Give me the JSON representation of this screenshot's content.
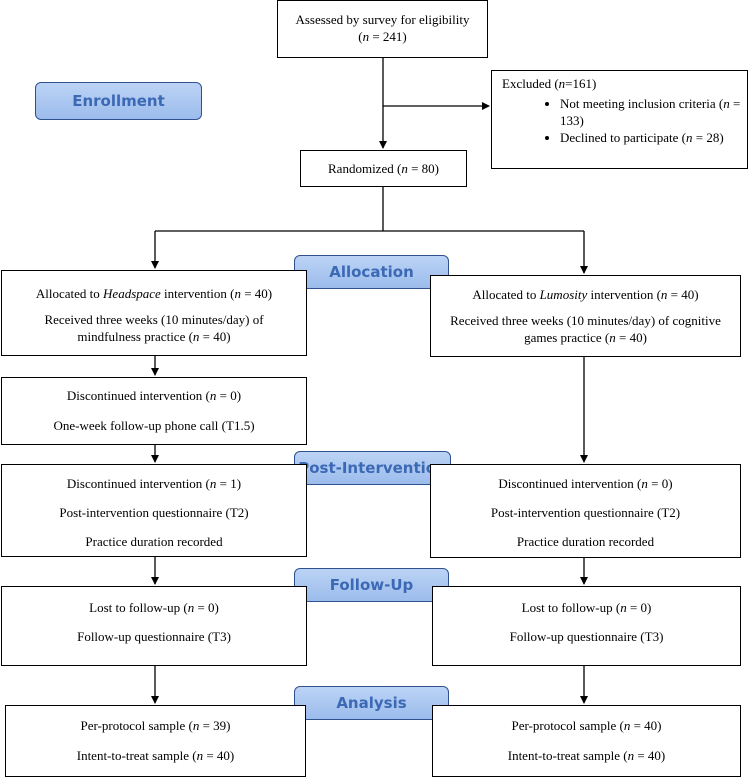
{
  "stages": {
    "enrollment": "Enrollment",
    "allocation": "Allocation",
    "post_intervention": "Post-Intervention",
    "follow_up": "Follow-Up",
    "analysis": "Analysis"
  },
  "assessed": {
    "line1": "Assessed by survey for eligibility",
    "n": "n",
    "value": " = 241)"
  },
  "excluded": {
    "title_pre": "Excluded (",
    "title_n": "n",
    "title_post": "=161)",
    "item1_pre": "Not meeting inclusion criteria (",
    "item1_n": "n",
    "item1_post": " = 133)",
    "item2_pre": "Declined to participate (",
    "item2_n": "n",
    "item2_post": " = 28)"
  },
  "randomized": {
    "pre": "Randomized (",
    "n": "n",
    "post": " = 80)"
  },
  "left": {
    "alloc_pre": "Allocated to ",
    "alloc_app": "Headspace",
    "alloc_mid": " intervention (",
    "alloc_n": "n",
    "alloc_post": " = 40)",
    "received_line1": "Received three weeks (10 minutes/day) of",
    "received_pre": "mindfulness practice (",
    "received_n": "n",
    "received_post": " = 40)",
    "disc1_pre": "Discontinued intervention (",
    "disc1_n": "n",
    "disc1_post": " = 0)",
    "phone": "One-week follow-up phone call (T1.5)",
    "disc2_pre": "Discontinued intervention (",
    "disc2_n": "n",
    "disc2_post": " = 1)",
    "post_q": "Post-intervention questionnaire (T2)",
    "duration": "Practice duration recorded",
    "lost_pre": "Lost to follow-up (",
    "lost_n": "n",
    "lost_post": " = 0)",
    "followup_q": "Follow-up questionnaire (T3)",
    "pp_pre": "Per-protocol sample (",
    "pp_n": "n",
    "pp_post": " = 39)",
    "itt_pre": "Intent-to-treat sample (",
    "itt_n": "n",
    "itt_post": " = 40)"
  },
  "right": {
    "alloc_pre": "Allocated to ",
    "alloc_app": "Lumosity",
    "alloc_mid": " intervention (",
    "alloc_n": "n",
    "alloc_post": " = 40)",
    "received_line1": "Received three weeks (10 minutes/day) of cognitive",
    "received_pre": "games practice (",
    "received_n": "n",
    "received_post": " = 40)",
    "disc_pre": "Discontinued intervention (",
    "disc_n": "n",
    "disc_post": " = 0)",
    "post_q": "Post-intervention questionnaire (T2)",
    "duration": "Practice duration recorded",
    "lost_pre": "Lost to follow-up (",
    "lost_n": "n",
    "lost_post": " = 0)",
    "followup_q": "Follow-up questionnaire (T3)",
    "pp_pre": "Per-protocol sample (",
    "pp_n": "n",
    "pp_post": " = 40)",
    "itt_pre": "Intent-to-treat sample (",
    "itt_n": "n",
    "itt_post": " = 40)"
  }
}
